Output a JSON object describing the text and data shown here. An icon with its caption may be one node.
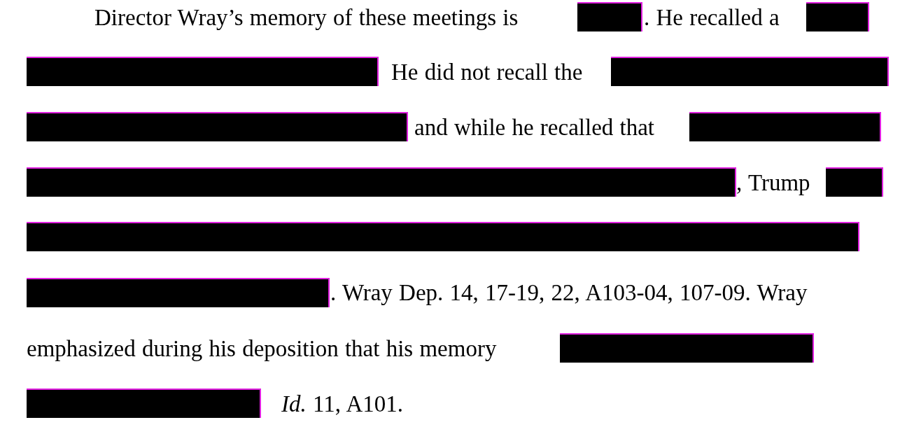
{
  "diagram": {
    "labels": [
      "Director Wray’s memory of these meetings is",
      ". He recalled a",
      "He did not recall the",
      "and while he recalled that",
      ", Trump",
      ". Wray Dep. 14, 17-19, 22, A103-04, 107-09. Wray",
      "emphasized during his deposition that his memory",
      "*Id.* 11, A101."
    ]
  }
}
